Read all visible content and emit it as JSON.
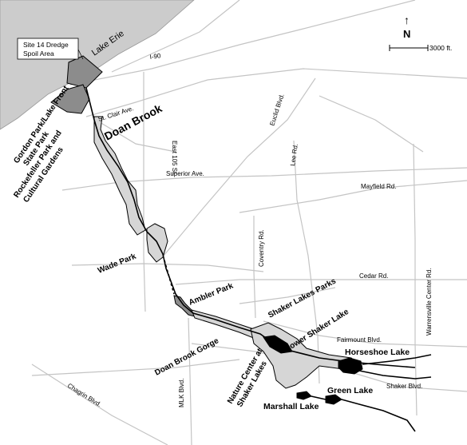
{
  "map": {
    "water_body": "Lake Erie",
    "inset_label": "Site 14 Dredge Spoil Area",
    "inset_label_line1": "Site 14 Dredge",
    "inset_label_line2": "Spoil Area",
    "brook_name": "Doan Brook",
    "north_label": "N",
    "scale_label": "3000 ft.",
    "parks": {
      "gordon_line1": "Gordon Park/Lake Front",
      "gordon_line2": "State Park",
      "rockefeller_line1": "Rockefeller Park and",
      "rockefeller_line2": "Cultural Gardens",
      "wade": "Wade Park",
      "ambler": "Ambler Park",
      "gorge": "Doan Brook Gorge",
      "shaker_parks": "Shaker Lakes Parks",
      "nature_line1": "Nature Center at",
      "nature_line2": "Shaker Lakes"
    },
    "lakes": {
      "lower_shaker": "Lower Shaker Lake",
      "horseshoe": "Horseshoe Lake",
      "green": "Green Lake",
      "marshall": "Marshall Lake"
    },
    "roads": {
      "i90": "I-90",
      "st_clair": "St. Clair Ave.",
      "euclid": "Euclid Blvd.",
      "e105": "East 105 St.",
      "superior": "Superior Ave.",
      "mayfield": "Mayfield Rd.",
      "lee": "Lee Rd.",
      "coventry": "Coventry Rd.",
      "cedar": "Cedar Rd.",
      "warrensville": "Warrensville Center Rd.",
      "fairmount": "Fairmount Blvd.",
      "shaker": "Shaker Blvd.",
      "mlk": "MLK Blvd.",
      "chagrin": "Chagrin Blvd."
    }
  },
  "colors": {
    "lake": "#cccccc",
    "road": "#c4c4c4",
    "park_light": "#d6d6d6",
    "park_dark": "#8c8c8c",
    "water": "#000000"
  }
}
